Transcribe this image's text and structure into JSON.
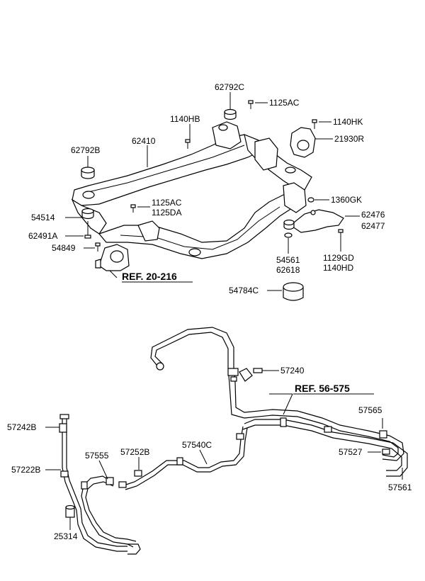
{
  "references": {
    "ref_top": "REF. 20-216",
    "ref_bottom": "REF. 56-575"
  },
  "labels": {
    "p62792C": "62792C",
    "p1125AC_top": "1125AC",
    "p1140HB": "1140HB",
    "p1140HK": "1140HK",
    "p21930R": "21930R",
    "p62792B": "62792B",
    "p62410": "62410",
    "p1125AC_mid": "1125AC",
    "p1125DA": "1125DA",
    "p1360GK": "1360GK",
    "p54514": "54514",
    "p62491A": "62491A",
    "p54849": "54849",
    "p62476": "62476",
    "p62477": "62477",
    "p54561": "54561",
    "p62618": "62618",
    "p1129GD": "1129GD",
    "p1140HD": "1140HD",
    "p54784C": "54784C",
    "p57240": "57240",
    "p57565": "57565",
    "p57242B": "57242B",
    "p57555": "57555",
    "p57252B": "57252B",
    "p57540C": "57540C",
    "p57527": "57527",
    "p57222B": "57222B",
    "p57561": "57561",
    "p25314": "25314"
  }
}
